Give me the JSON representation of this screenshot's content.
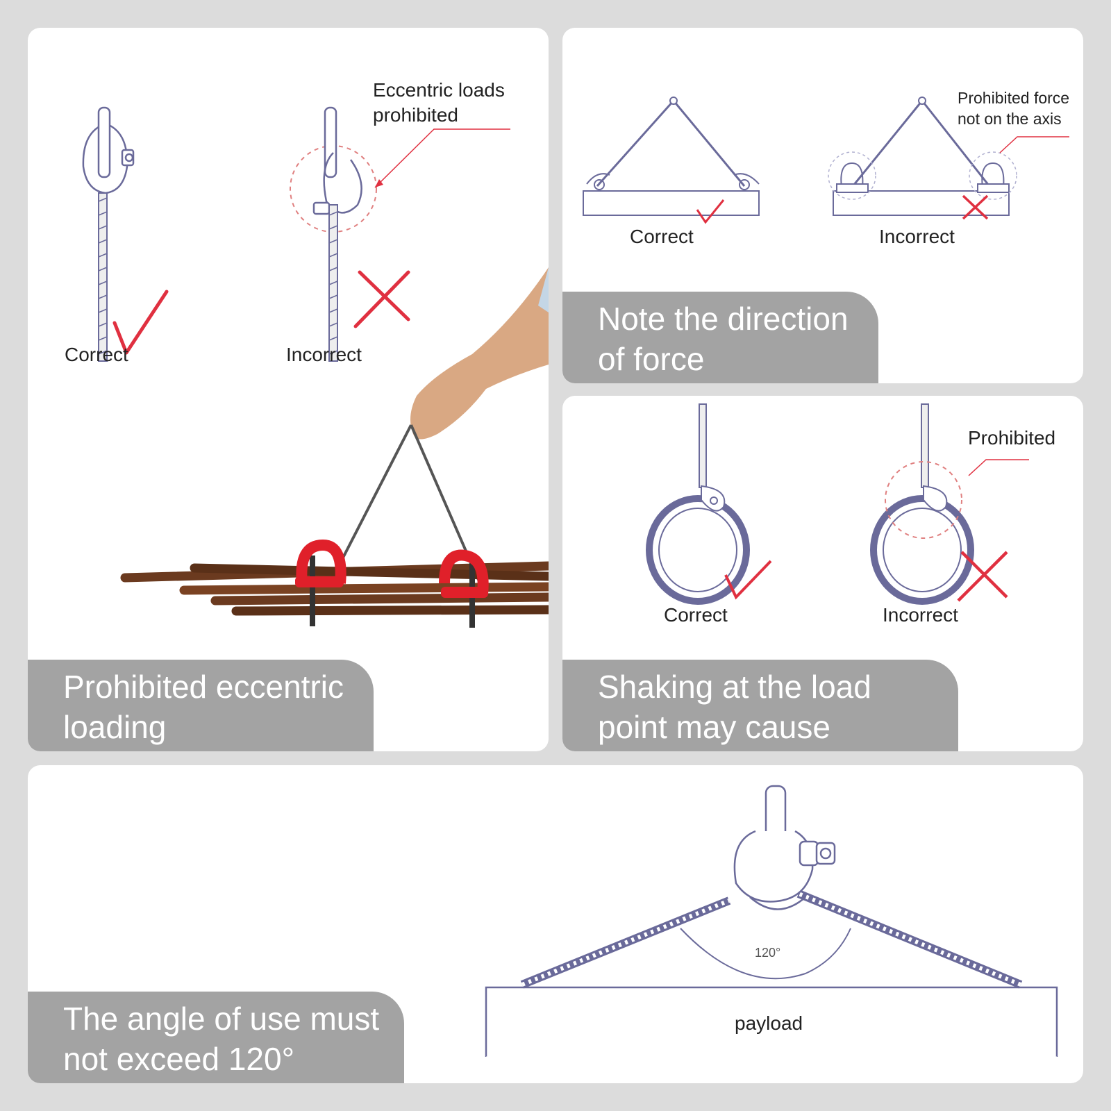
{
  "colors": {
    "page_bg": "#dcdcdc",
    "panel_bg": "#ffffff",
    "banner_bg": "#a3a3a3",
    "mark_red": "#e03040",
    "shackle_red": "#e0202a",
    "drawing_line": "#6a6a9a"
  },
  "panels": {
    "eccentric": {
      "correct_label": "Correct",
      "incorrect_label": "Incorrect",
      "warning_line1": "Eccentric loads",
      "warning_line2": "prohibited",
      "banner_line1": "Prohibited eccentric",
      "banner_line2": "loading"
    },
    "direction": {
      "correct_label": "Correct",
      "incorrect_label": "Incorrect",
      "warning_line1": "Prohibited force",
      "warning_line2": "not on the axis",
      "banner_line1": "Note the direction",
      "banner_line2": "of force"
    },
    "shaking": {
      "correct_label": "Correct",
      "incorrect_label": "Incorrect",
      "warning": "Prohibited",
      "banner_line1": "Shaking at the load",
      "banner_line2": "point may cause tripping"
    },
    "angle": {
      "angle_label": "120°",
      "payload_label": "payload",
      "banner_line1": "The angle of use must",
      "banner_line2": "not exceed 120°"
    }
  },
  "icons": [
    "check-mark-icon",
    "cross-mark-icon",
    "shackle-icon",
    "wire-rope-icon",
    "hand-icon"
  ]
}
